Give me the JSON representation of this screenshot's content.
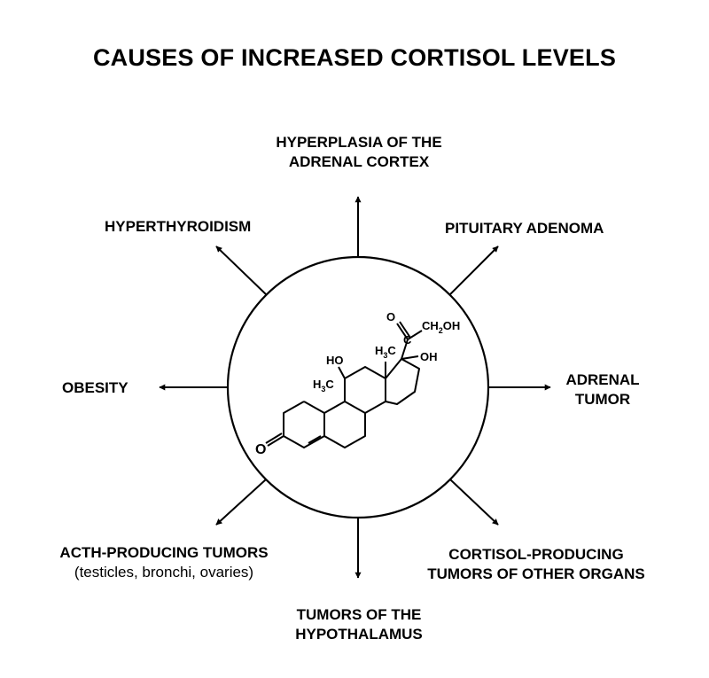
{
  "title": "CAUSES OF INCREASED CORTISOL LEVELS",
  "causes": {
    "top": [
      "HYPERPLASIA OF THE",
      "ADRENAL CORTEX"
    ],
    "top_left": "HYPERTHYROIDISM",
    "top_right": "PITUITARY ADENOMA",
    "left": "OBESITY",
    "right": [
      "ADRENAL",
      "TUMOR"
    ],
    "bottom_left": {
      "title": "ACTH-PRODUCING TUMORS",
      "note": "(testicles, bronchi, ovaries)"
    },
    "bottom_right": [
      "CORTISOL-PRODUCING",
      "TUMORS OF OTHER ORGANS"
    ],
    "bottom": [
      "TUMORS OF THE",
      "HYPOTHALAMUS"
    ]
  },
  "molecule": {
    "ho": "HO",
    "oh": "OH",
    "o": "O",
    "ch2oh": {
      "main": "CH",
      "sub": "2",
      "tail": "OH"
    },
    "methyl": {
      "main": "H",
      "sub": "3",
      "tail": "C"
    }
  },
  "icons": {
    "arrow": "arrow-icon",
    "molecule": "cortisol-molecule-icon"
  }
}
